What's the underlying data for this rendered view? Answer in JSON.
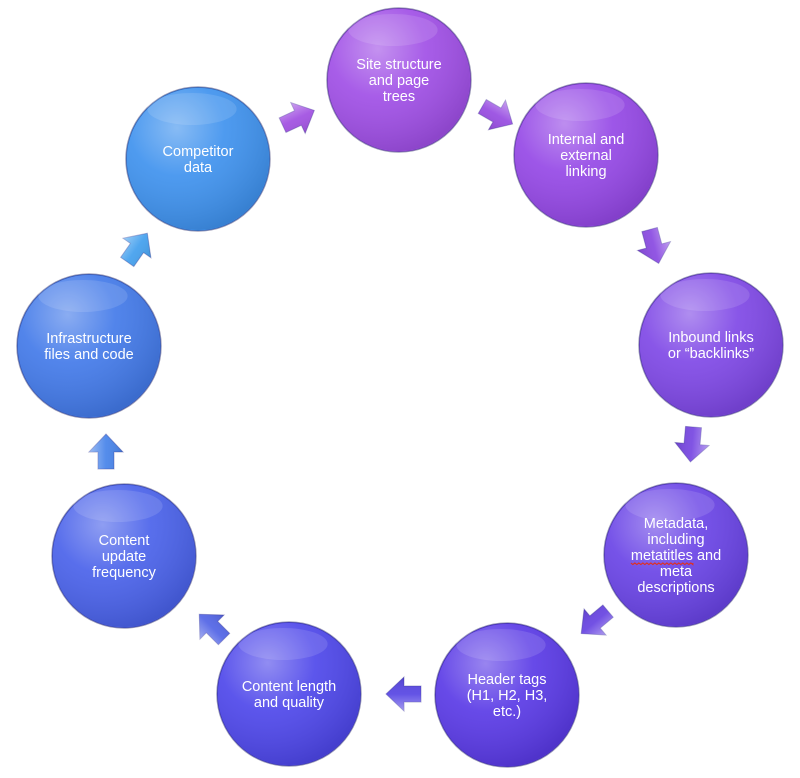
{
  "diagram": {
    "nodes": [
      {
        "id": "site-structure",
        "lines": [
          "Site structure",
          "and page",
          "trees"
        ],
        "color": "#a04fe6"
      },
      {
        "id": "internal-external-linking",
        "lines": [
          "Internal and",
          "external",
          "linking"
        ],
        "color": "#9548e6"
      },
      {
        "id": "inbound-links",
        "lines": [
          "Inbound links",
          "or “backlinks”"
        ],
        "color": "#7f48e6"
      },
      {
        "id": "metadata",
        "lines": [
          "Metadata,",
          "including",
          "metatitles and",
          "meta",
          "descriptions"
        ],
        "color": "#6a44e6",
        "spellcheck_word": "metatitles"
      },
      {
        "id": "header-tags",
        "lines": [
          "Header tags",
          "(H1, H2, H3,",
          "etc.)"
        ],
        "color": "#5a3ae6"
      },
      {
        "id": "content-length-quality",
        "lines": [
          "Content length",
          "and quality"
        ],
        "color": "#4e47ea"
      },
      {
        "id": "content-update-frequency",
        "lines": [
          "Content",
          "update",
          "frequency"
        ],
        "color": "#4a62ea"
      },
      {
        "id": "infrastructure-files-code",
        "lines": [
          "Infrastructure",
          "files and code"
        ],
        "color": "#437ae9"
      },
      {
        "id": "competitor-data",
        "lines": [
          "Competitor",
          "data"
        ],
        "color": "#3f92ee"
      }
    ],
    "arrow_colors": [
      "#a354e2",
      "#9a50e2",
      "#8c4ee2",
      "#7a4be2",
      "#6b48e2",
      "#5b4ae4",
      "#5668e6",
      "#4b86ea",
      "#48a2ee"
    ]
  }
}
